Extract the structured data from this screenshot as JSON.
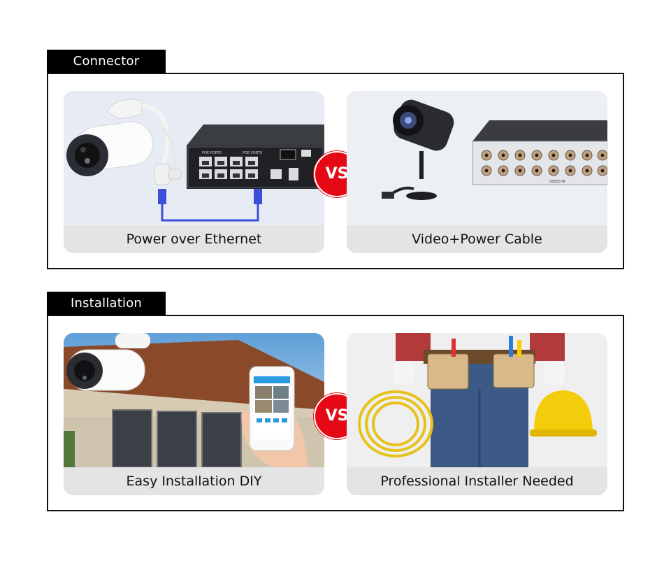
{
  "sections": [
    {
      "title": "Connector",
      "left_caption": "Power over Ethernet",
      "right_caption": "Video+Power Cable",
      "vs": "VS",
      "left_labels": {
        "port_group_1": "POE PORTS",
        "port_group_2": "POE PORTS"
      },
      "right_labels": {
        "video_in": "VIDEO IN"
      }
    },
    {
      "title": "Installation",
      "left_caption": "Easy Installation DIY",
      "right_caption": "Professional Installer Needed",
      "vs": "VS"
    }
  ],
  "colors": {
    "vs_badge": "#e40914",
    "tab_bg": "#000000",
    "caption_bg": "#e4e4e4",
    "cable": "#3b4fd8"
  }
}
